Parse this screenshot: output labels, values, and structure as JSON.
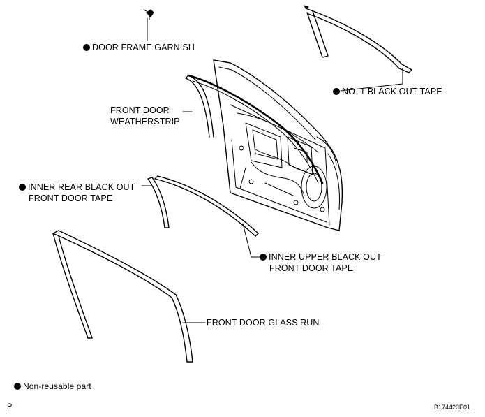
{
  "labels": {
    "door_frame_garnish": "DOOR FRAME GARNISH",
    "black_out_tape": "NO. 1 BLACK OUT TAPE",
    "weatherstrip_line1": "FRONT DOOR",
    "weatherstrip_line2": "WEATHERSTRIP",
    "inner_rear_line1": "INNER REAR BLACK OUT",
    "inner_rear_line2": "FRONT DOOR TAPE",
    "inner_upper_line1": "INNER UPPER BLACK OUT",
    "inner_upper_line2": "FRONT DOOR TAPE",
    "glass_run": "FRONT DOOR GLASS RUN"
  },
  "legend": {
    "non_reusable": "Non-reusable part"
  },
  "corner_letter": "P",
  "figure_code": "B174423E01"
}
